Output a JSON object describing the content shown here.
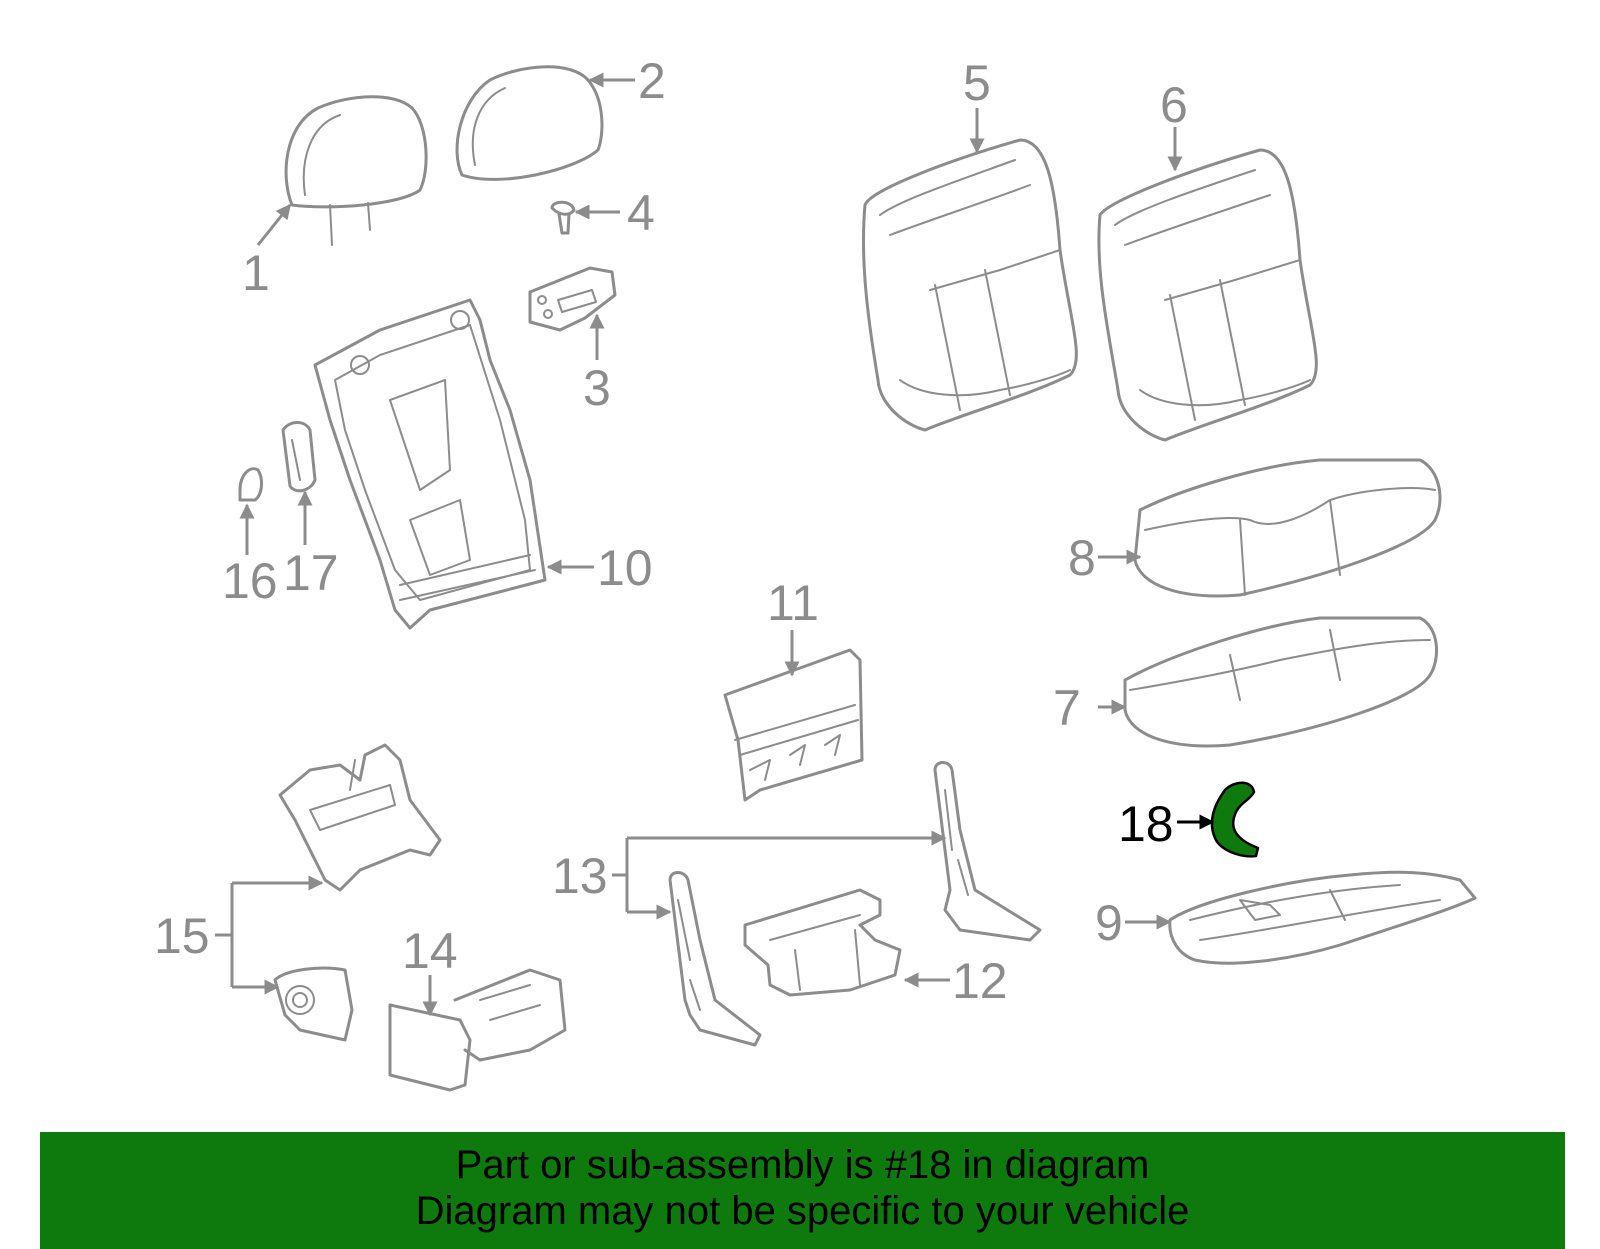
{
  "callouts": [
    "1",
    "2",
    "3",
    "4",
    "5",
    "6",
    "7",
    "8",
    "9",
    "10",
    "11",
    "12",
    "13",
    "14",
    "15",
    "16",
    "17",
    "18"
  ],
  "highlight_callout": "18",
  "colors": {
    "line": "#8c8c8c",
    "highlight_part": "#0e7a0e",
    "banner": "#0e7a0e",
    "highlight_text": "#000000"
  },
  "banner": {
    "line1": "Part or sub-assembly is #18 in diagram",
    "line2": "Diagram may not be specific to your vehicle"
  }
}
